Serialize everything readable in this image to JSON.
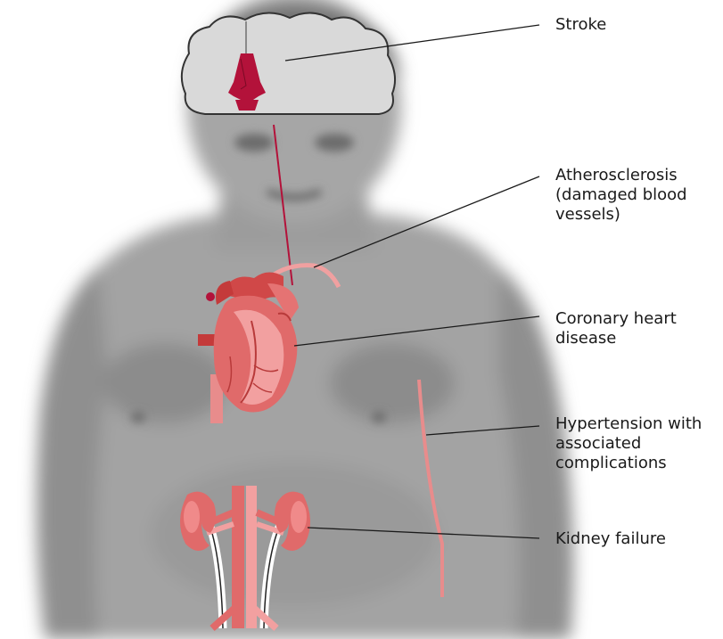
{
  "labels": {
    "stroke": {
      "lines": [
        "Stroke"
      ]
    },
    "atherosclerosis": {
      "lines": [
        "Atherosclerosis",
        "(damaged blood",
        "vessels)"
      ]
    },
    "coronary": {
      "lines": [
        "Coronary heart",
        "disease"
      ]
    },
    "hypertension": {
      "lines": [
        "Hypertension with",
        "associated",
        "complications"
      ]
    },
    "kidney": {
      "lines": [
        "Kidney failure"
      ]
    }
  },
  "colors": {
    "skin": "#a9a9a9",
    "skin_dark": "#8c8c8c",
    "brain": "#d9d9d9",
    "brain_outline": "#333333",
    "brainstem": "#b3123a",
    "organ": "#e06a6a",
    "organ_light": "#f2a0a0",
    "organ_dark": "#b83a3a",
    "vessel": "#e88c8c",
    "leader": "#1a1a1a"
  }
}
